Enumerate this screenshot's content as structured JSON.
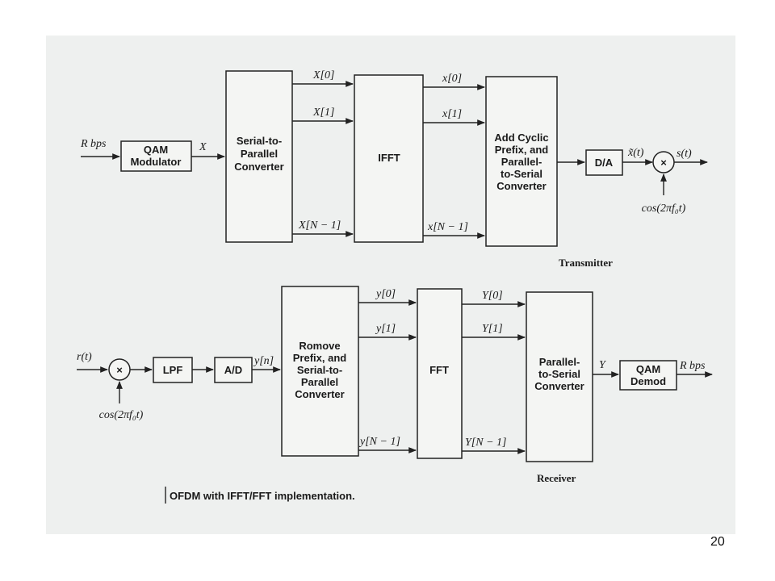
{
  "colors": {
    "background": "#ffffff",
    "scan": "#eef0ef",
    "ink": "#222222"
  },
  "page_number": "20",
  "caption": "OFDM with IFFT/FFT implementation.",
  "transmitter": {
    "title": "Transmitter",
    "input_label": "R bps",
    "qam_modulator": [
      "QAM",
      "Modulator"
    ],
    "qam_output": "X",
    "s2p": [
      "Serial-to-",
      "Parallel",
      "Converter"
    ],
    "s2p_outputs": [
      "X[0]",
      "X[1]",
      "X[N − 1]"
    ],
    "ifft": "IFFT",
    "ifft_outputs": [
      "x[0]",
      "x[1]",
      "x[N − 1]"
    ],
    "cyclic": [
      "Add Cyclic",
      "Prefix, and",
      "Parallel-",
      "to-Serial",
      "Converter"
    ],
    "da": "D/A",
    "da_output": "x̃(t)",
    "mixer": "×",
    "output_label": "s(t)",
    "carrier": "cos(2πf₀t)"
  },
  "receiver": {
    "title": "Receiver",
    "input_label": "r(t)",
    "mixer": "×",
    "carrier": "cos(2πf₀t)",
    "lpf": "LPF",
    "ad": "A/D",
    "ad_output": "y[n]",
    "remove_prefix": [
      "Romove",
      "Prefix, and",
      "Serial-to-",
      "Parallel",
      "Converter"
    ],
    "rp_outputs": [
      "y[0]",
      "y[1]",
      "y[N − 1]"
    ],
    "fft": "FFT",
    "fft_outputs": [
      "Y[0]",
      "Y[1]",
      "Y[N − 1]"
    ],
    "p2s": [
      "Parallel-",
      "to-Serial",
      "Converter"
    ],
    "p2s_output": "Y",
    "qam_demod": [
      "QAM",
      "Demod"
    ],
    "output_label": "R bps"
  }
}
